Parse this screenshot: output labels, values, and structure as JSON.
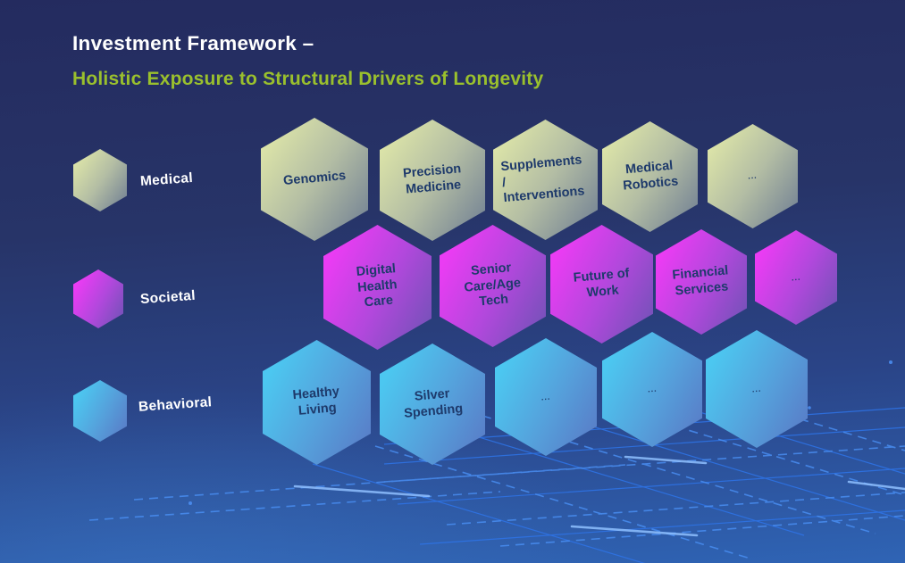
{
  "title": {
    "line1": "Investment Framework –",
    "line2": "Holistic Exposure to Structural Drivers of Longevity"
  },
  "legend": {
    "medical": "Medical",
    "societal": "Societal",
    "behavioral": "Behavioral"
  },
  "rows": {
    "medical": {
      "items": [
        "Genomics",
        "Precision Medicine",
        "Supplements\n/\nInterventions",
        "Medical Robotics",
        "..."
      ]
    },
    "societal": {
      "items": [
        "Digital Health Care",
        "Senior Care/Age Tech",
        "Future of Work",
        "Financial Services",
        "..."
      ]
    },
    "behavioral": {
      "items": [
        "Healthy Living",
        "Silver Spending",
        "...",
        "...",
        "..."
      ]
    }
  },
  "colors": {
    "background_top": "#242b5f",
    "background_bottom": "#2f64b5",
    "title_text": "#ffffff",
    "subtitle_green": "#9ac02d",
    "hex_label_text": "#1e3a6b",
    "medical_gradient_start": "#dde5a8",
    "medical_gradient_end": "#60708f",
    "societal_gradient_start": "#ea3cf3",
    "societal_gradient_end": "#5e55ab",
    "behavioral_gradient_start": "#4cc7f0",
    "behavioral_gradient_end": "#5a6fc0",
    "grid_line_blue": "#2e74e8"
  }
}
